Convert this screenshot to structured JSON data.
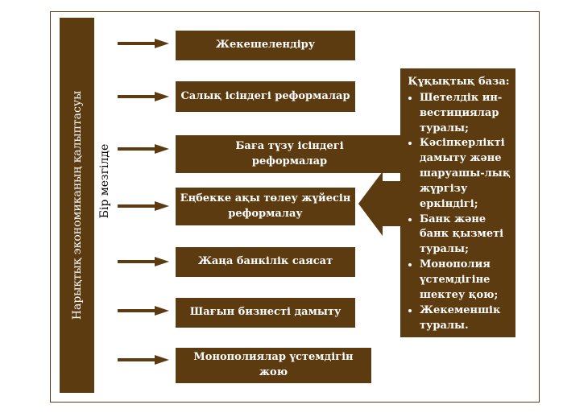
{
  "left_bar": "Нарықтық экономиканың қалыптасуы",
  "side_label": "Бір мезгілде",
  "boxes": [
    "Жекешелендіру",
    "Салық ісіндегі реформалар",
    "Баға түзу ісіндегі реформалар",
    "Еңбекке ақы төлеу жүйесін реформалау",
    "Жаңа банкілік саясат",
    "Шағын бизнесті дамыту",
    "Монополиялар үстемдігін жою"
  ],
  "legal": {
    "title": "Құқықтық база:",
    "items": [
      "Шетелдік ин-вестициялар туралы;",
      "Кәсіпкерлікті дамыту және шаруашы-лық жүргізу еркіндігі;",
      "Банк және банк қызметі туралы;",
      "Монополия үстемдігіне шектеу қою;",
      "Жекеменшік туралы."
    ]
  },
  "colors": {
    "brown": "#5c3b10"
  }
}
